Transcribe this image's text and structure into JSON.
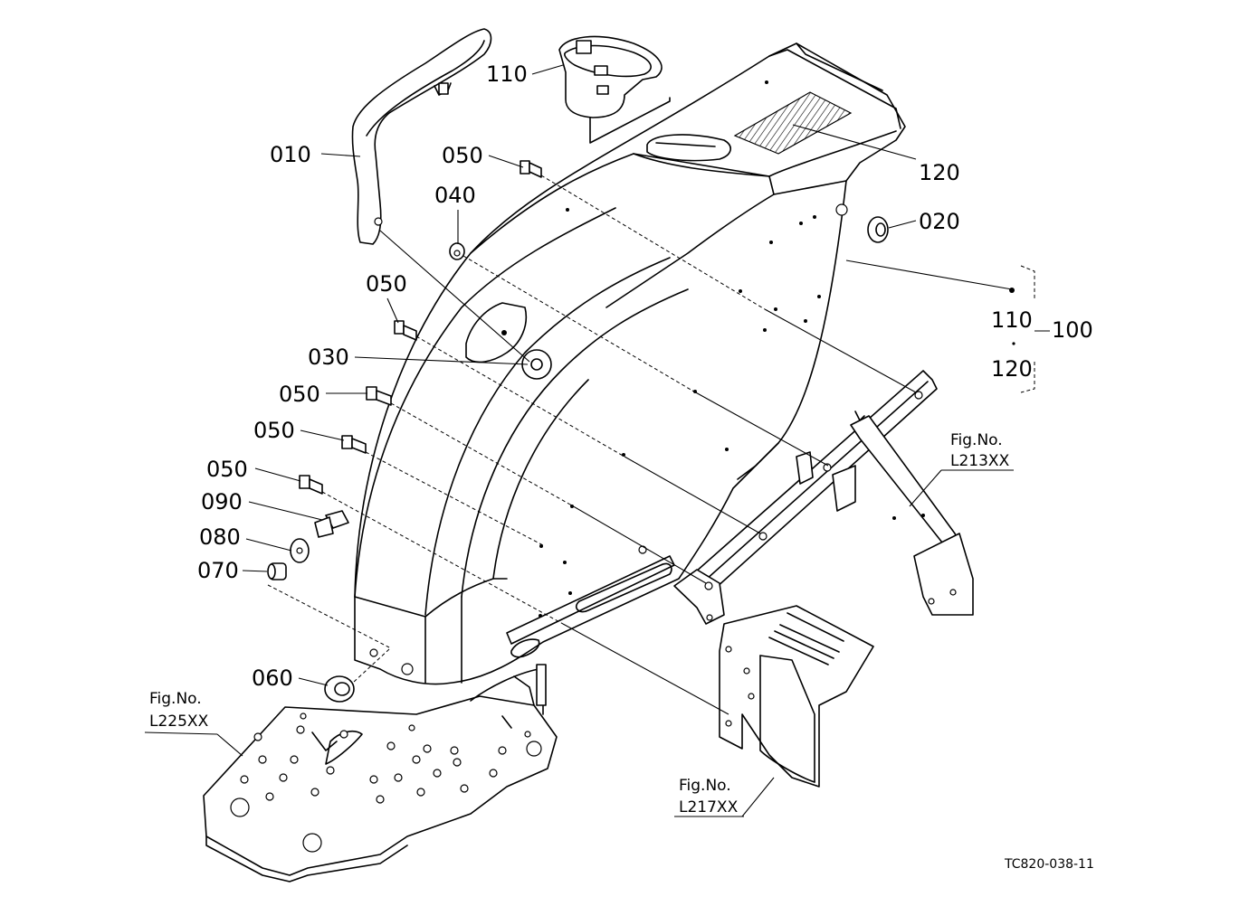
{
  "part_labels": {
    "p110_top": "110",
    "p010": "010",
    "p050_a": "050",
    "p040": "040",
    "p050_b": "050",
    "p030": "030",
    "p050_c": "050",
    "p050_d": "050",
    "p050_e": "050",
    "p090": "090",
    "p080": "080",
    "p070": "070",
    "p060": "060",
    "p120": "120",
    "p020": "020",
    "p110_group": "110",
    "p120_group": "120",
    "p100": "100"
  },
  "figure_refs": {
    "ref_l213": {
      "fig": "Fig.No.",
      "code": "L213XX"
    },
    "ref_l225": {
      "fig": "Fig.No.",
      "code": "L225XX"
    },
    "ref_l217": {
      "fig": "Fig.No.",
      "code": "L217XX"
    }
  },
  "drawing_code": "TC820-038-11"
}
